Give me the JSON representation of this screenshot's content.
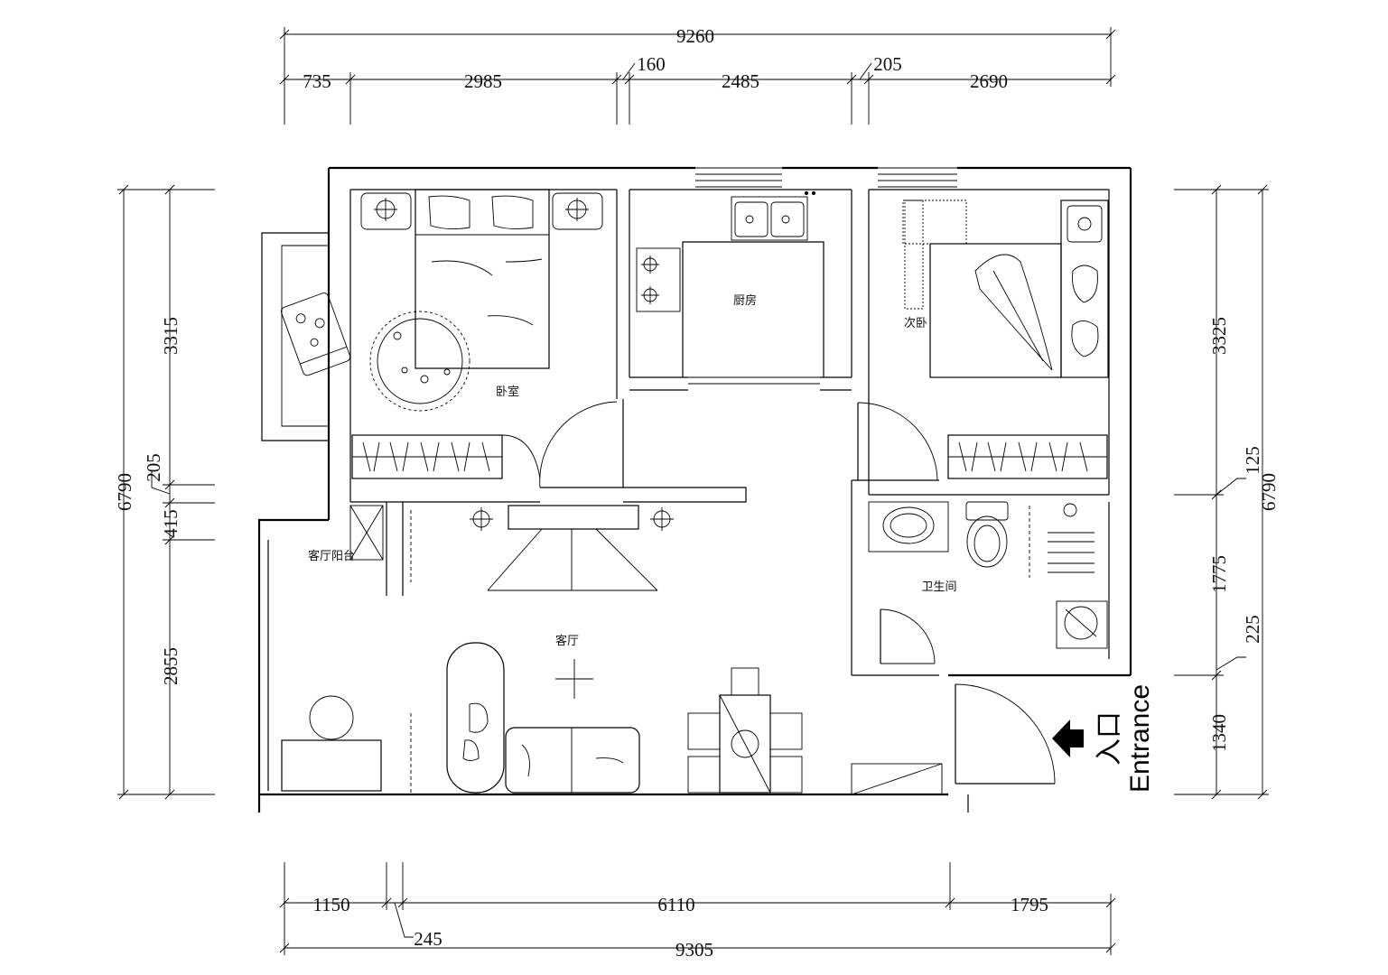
{
  "dimensions": {
    "top_total": "9260",
    "top_segments": [
      "735",
      "2985",
      "160",
      "2485",
      "205",
      "2690"
    ],
    "bottom_total": "9305",
    "bottom_segments": [
      "1150",
      "6110",
      "1795"
    ],
    "bottom_small": "245",
    "left_total": "6790",
    "left_segments": [
      "3315",
      "205",
      "415",
      "2855"
    ],
    "right_total": "6790",
    "right_segments": [
      "3325",
      "125",
      "1775",
      "225",
      "1340"
    ]
  },
  "rooms": {
    "bedroom": "卧室",
    "kitchen": "厨房",
    "second_bedroom": "次卧",
    "living_balcony": "客厅阳台",
    "living_room": "客厅",
    "bathroom": "卫生间"
  },
  "entrance": {
    "cn": "入口",
    "en": "Entrance",
    "icon": "arrow-left-icon"
  }
}
